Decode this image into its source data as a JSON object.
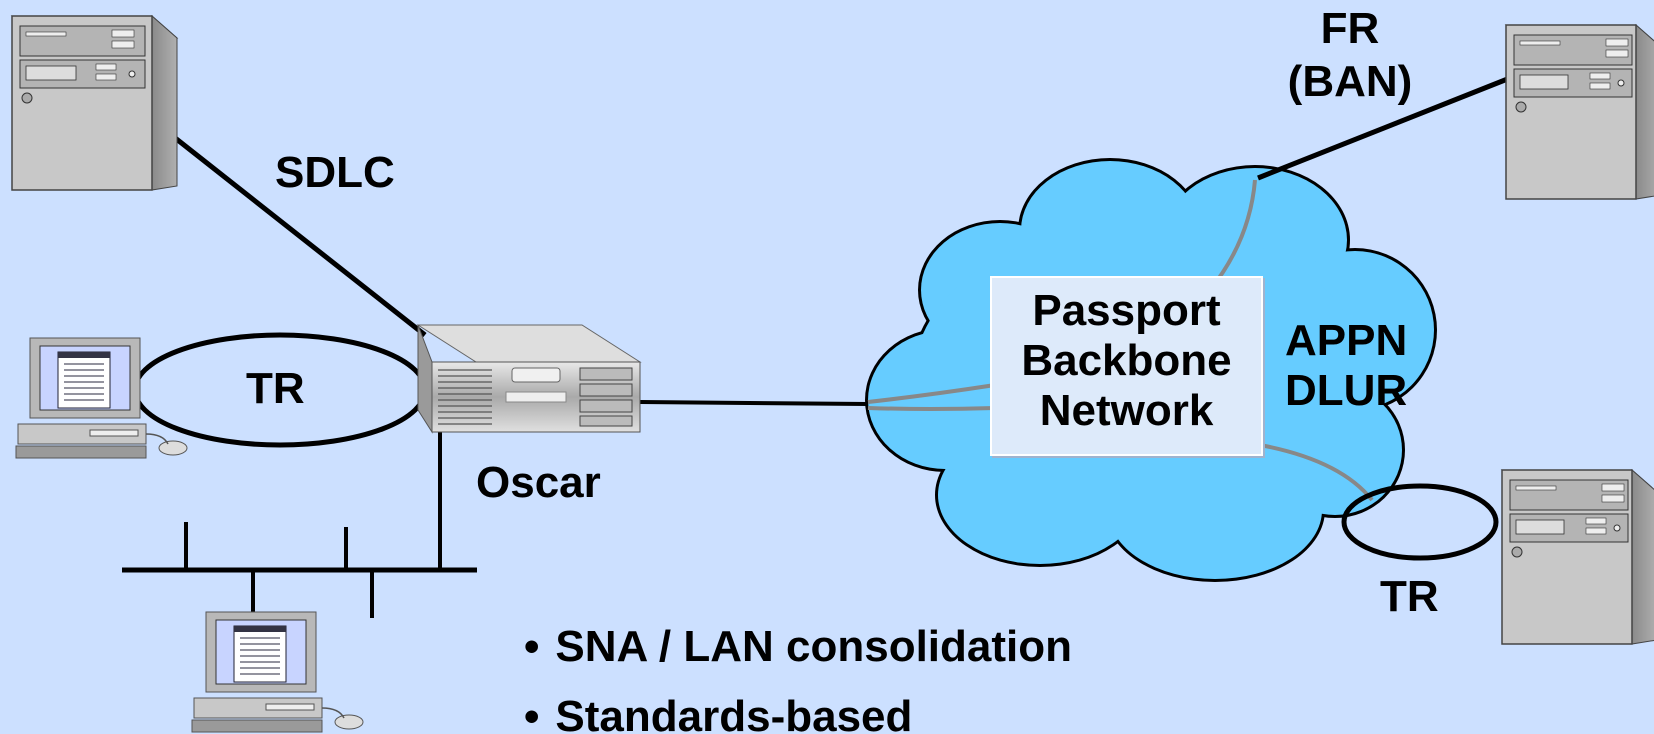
{
  "colors": {
    "background": "#cce0ff",
    "cloud": "#66ccff",
    "line": "#000000",
    "device": "#c8c8c8"
  },
  "labels": {
    "sdlc": "SDLC",
    "tr_left": "TR",
    "oscar": "Oscar",
    "fr": "FR",
    "ban": "(BAN)",
    "appn": "APPN",
    "dlur": "DLUR",
    "tr_right": "TR"
  },
  "backbone": {
    "line1": "Passport",
    "line2": "Backbone",
    "line3": "Network"
  },
  "bullets": [
    "SNA / LAN consolidation",
    "Standards-based"
  ],
  "icons": {
    "server": "server-tower-icon",
    "router": "router-icon",
    "pc": "desktop-computer-icon",
    "cloud": "cloud-icon"
  }
}
